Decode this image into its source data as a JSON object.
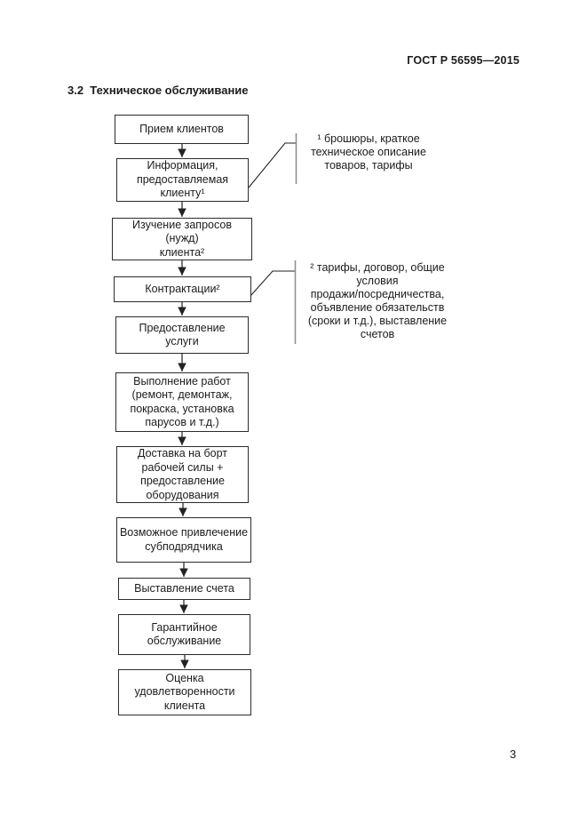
{
  "page": {
    "doc_code": "ГОСТ Р 56595—2015",
    "section_heading": "3.2  Техническое обслуживание",
    "page_number": "3"
  },
  "flowchart": {
    "boxes": [
      {
        "text": "Прием клиентов"
      },
      {
        "text": "Информация,\nпредоставляемая\nклиенту¹"
      },
      {
        "text": "Изучение запросов (нужд)\nклиента²"
      },
      {
        "text": "Контрактации²"
      },
      {
        "text": "Предоставление\nуслуги"
      },
      {
        "text": "Выполнение работ\n(ремонт, демонтаж,\nпокраска, установка\nпарусов и т.д.)"
      },
      {
        "text": "Доставка на борт\nрабочей силы +\nпредоставление\nоборудования"
      },
      {
        "text": "Возможное привлечение\nсубподрядчика"
      },
      {
        "text": "Выставление счета"
      },
      {
        "text": "Гарантийное\nобслуживание"
      },
      {
        "text": "Оценка\nудовлетворенности\nклиента"
      }
    ],
    "annotations": [
      {
        "text": "¹ брошюры, краткое\nтехническое описание\nтоваров, тарифы"
      },
      {
        "text": "² тарифы, договор, общие\nусловия\nпродажи/посредничества,\nобъявление обязательств\n(сроки и т.д.), выставление\nсчетов"
      }
    ]
  },
  "colors": {
    "text": "#1c1c1c",
    "box_border": "#2b2b2b",
    "connector": "#222222",
    "footnote_bar": "#8f8f8f",
    "background": "#ffffff"
  }
}
